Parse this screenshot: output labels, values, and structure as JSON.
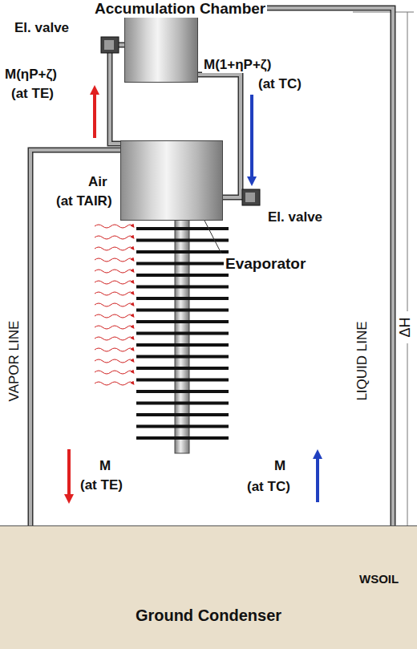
{
  "diagram": {
    "nodes": [
      {
        "text": [
          "Accumulation Chamber"
        ]
      },
      {
        "text": [
          "Evaporator"
        ]
      },
      {
        "text": [
          "Ground Condenser"
        ]
      }
    ],
    "edges": [
      {
        "from": 1,
        "to": 2,
        "arrow": "none"
      },
      {
        "from": 2,
        "to": 0,
        "arrow": "none"
      },
      {
        "from": 0,
        "to": 1,
        "arrow": "none"
      },
      {
        "from": 1,
        "to": 0,
        "arrow": "none"
      }
    ],
    "labels": [
      "El. valve",
      "M(ηP+ζ)",
      "(at TE)",
      "M(1+ηP+ζ)",
      "(at TC)",
      "Air",
      "(at TAIR)",
      "El. valve",
      "VAPOR LINE",
      "M",
      "(at TE)",
      "M",
      "(at TC)",
      "LIQUID LINE",
      "WSOIL",
      "ΔH"
    ]
  }
}
